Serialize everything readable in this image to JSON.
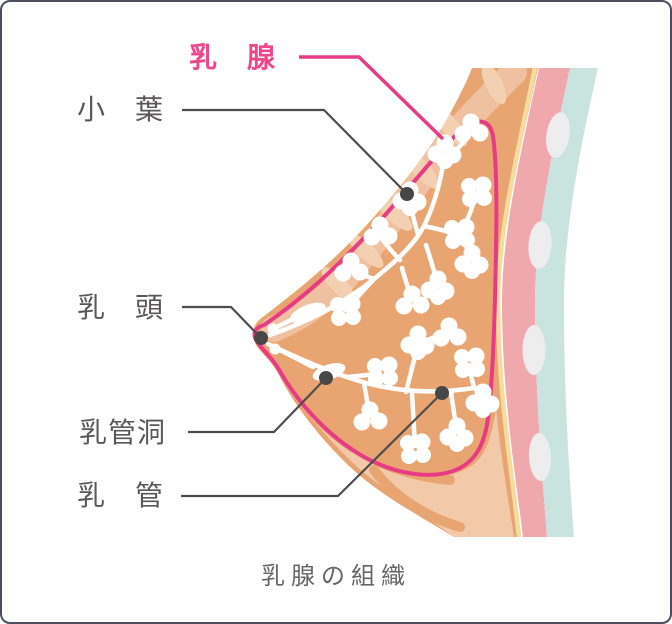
{
  "figure": {
    "title": "乳腺の組織",
    "labels": {
      "mammary_gland": "乳　腺",
      "lobule": "小　葉",
      "nipple": "乳　頭",
      "lactiferous_sinus": "乳管洞",
      "milk_duct": "乳　管"
    }
  },
  "palette": {
    "border": "#4a4e5c",
    "labelGray": "#595757",
    "titleGray": "#666666",
    "lineGray": "#4d4d4d",
    "dotGray": "#474747",
    "magenta": "#e83b85",
    "labelPink": "#f0478c",
    "tan": "#e9a571",
    "tanLight": "#efc1a0",
    "tanPatch": "#f3d0b2",
    "fatLight": "#f3caa9",
    "cream": "#f5dc9e",
    "muscle": "#efa9ac",
    "ribband": "#c9e4df",
    "ribbone": "#ededed"
  }
}
